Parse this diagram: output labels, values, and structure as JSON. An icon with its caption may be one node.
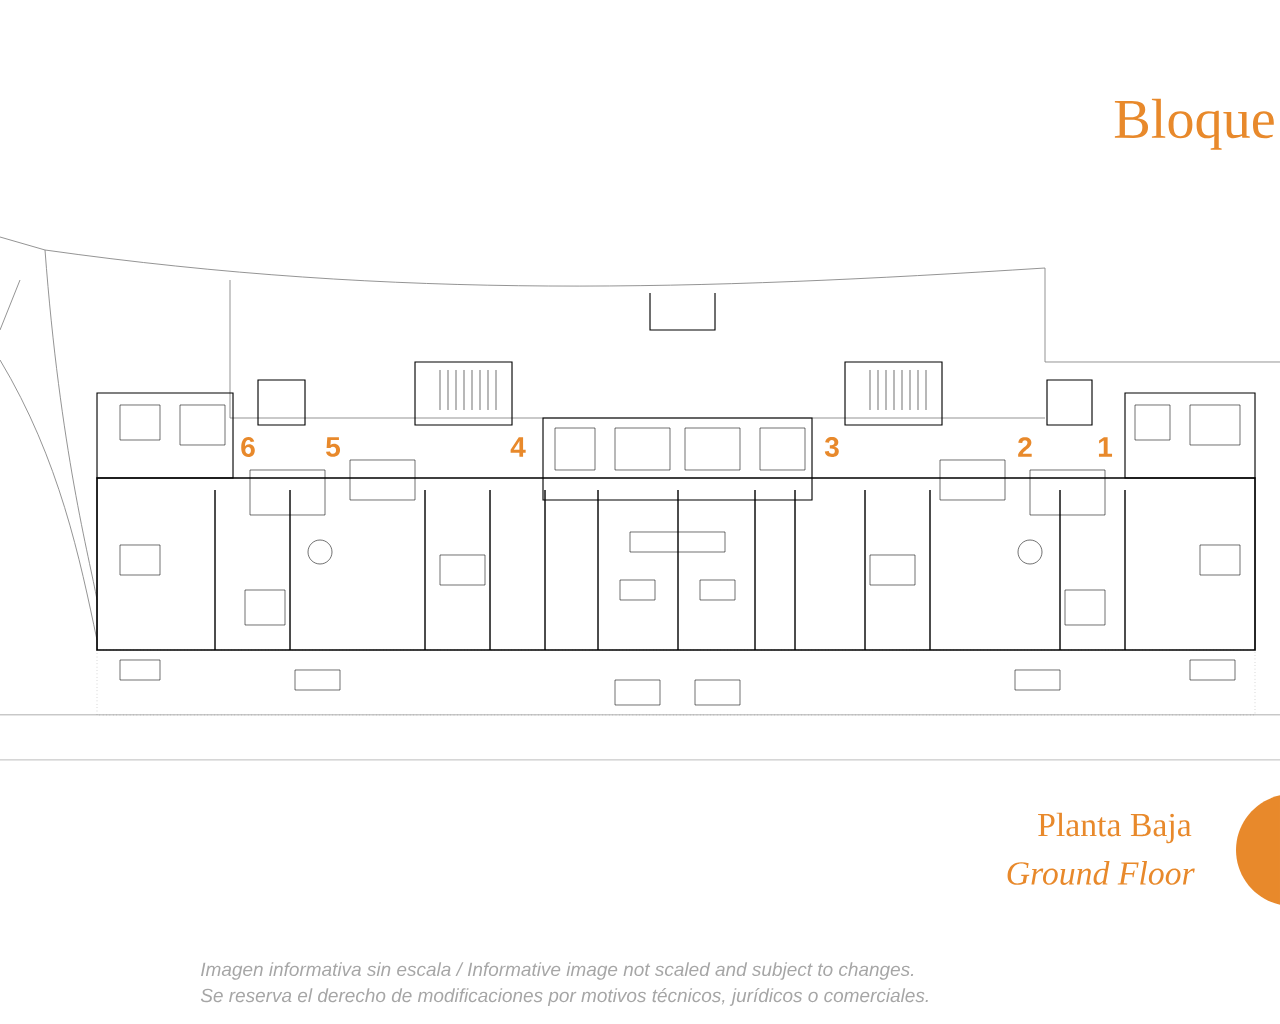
{
  "diagram": {
    "title": "Bloque",
    "nodes": [
      {
        "text": [],
        "shape": "circle"
      }
    ],
    "labels": [
      "6",
      "5",
      "4",
      "3",
      "2",
      "1",
      "Planta Baja",
      "Ground Floor",
      "Imagen informativa sin escala /  Informative image not scaled and subject to changes.",
      "Se reserva el derecho de modificaciones por motivos técnicos, jurídicos o comerciales."
    ]
  }
}
